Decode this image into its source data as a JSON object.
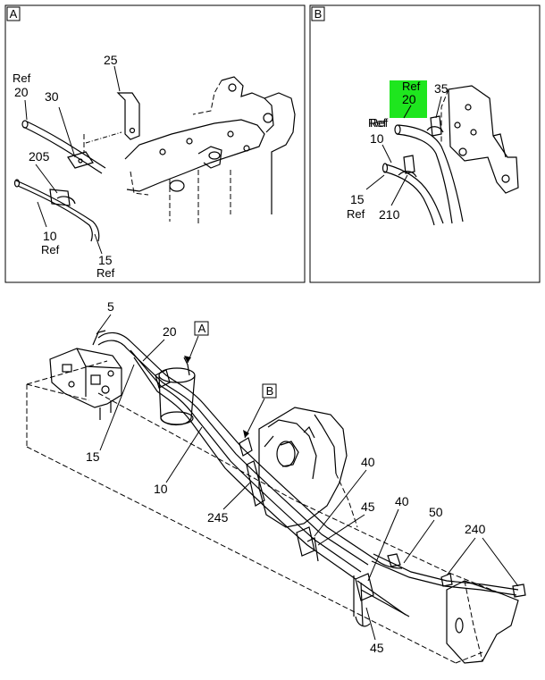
{
  "panel_a": {
    "tag": "A",
    "callouts": {
      "c25": "25",
      "c30": "30",
      "c205": "205",
      "c20": "20",
      "c20_ref": "Ref",
      "c10": "10",
      "c10_ref": "Ref",
      "c15": "15",
      "c15_ref": "Ref"
    }
  },
  "panel_b": {
    "tag": "B",
    "callouts": {
      "c20": "20",
      "c20_ref": "Ref",
      "c35": "35",
      "c10": "10",
      "c10_ref": "Ref",
      "c15": "15",
      "c15_ref": "Ref",
      "c210": "210"
    },
    "highlight_color": "#1ee61e"
  },
  "main": {
    "tag_a": "A",
    "tag_b": "B",
    "callouts": {
      "c5": "5",
      "c20": "20",
      "c15": "15",
      "c10": "10",
      "c245": "245",
      "c40a": "40",
      "c45a": "45",
      "c40b": "40",
      "c50": "50",
      "c240": "240",
      "c45b": "45"
    }
  }
}
